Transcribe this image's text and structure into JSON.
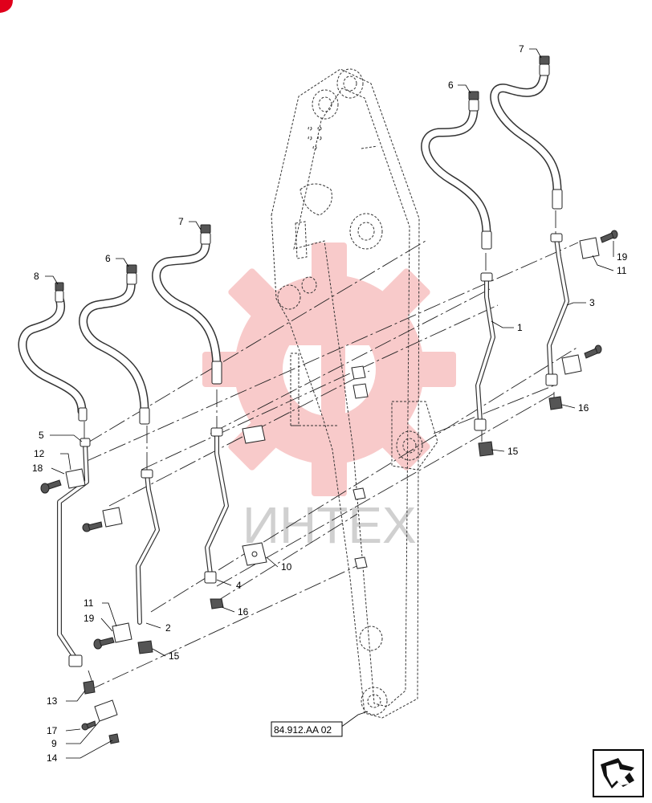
{
  "diagram": {
    "reference_code": "84.912.AA 02",
    "watermark_text": "ИНТЕХ",
    "callouts": [
      {
        "id": "c1",
        "label": "1"
      },
      {
        "id": "c2",
        "label": "2"
      },
      {
        "id": "c3",
        "label": "3"
      },
      {
        "id": "c4",
        "label": "4"
      },
      {
        "id": "c5",
        "label": "5"
      },
      {
        "id": "c6a",
        "label": "6"
      },
      {
        "id": "c6b",
        "label": "6"
      },
      {
        "id": "c7a",
        "label": "7"
      },
      {
        "id": "c7b",
        "label": "7"
      },
      {
        "id": "c8",
        "label": "8"
      },
      {
        "id": "c9",
        "label": "9"
      },
      {
        "id": "c10",
        "label": "10"
      },
      {
        "id": "c11a",
        "label": "11"
      },
      {
        "id": "c11b",
        "label": "11"
      },
      {
        "id": "c12",
        "label": "12"
      },
      {
        "id": "c13",
        "label": "13"
      },
      {
        "id": "c14",
        "label": "14"
      },
      {
        "id": "c15a",
        "label": "15"
      },
      {
        "id": "c15b",
        "label": "15"
      },
      {
        "id": "c16a",
        "label": "16"
      },
      {
        "id": "c16b",
        "label": "16"
      },
      {
        "id": "c17",
        "label": "17"
      },
      {
        "id": "c18",
        "label": "18"
      },
      {
        "id": "c19a",
        "label": "19"
      },
      {
        "id": "c19b",
        "label": "19"
      }
    ],
    "icons": {
      "corner_marker": "red-corner-marker-icon",
      "navigation": "next-page-arrow-icon",
      "watermark": "gear-watermark-icon"
    },
    "colors": {
      "line": "#333333",
      "watermark_red": "#f08c8c",
      "watermark_gray": "#d0d0d0",
      "corner_marker": "#e0001b"
    }
  }
}
